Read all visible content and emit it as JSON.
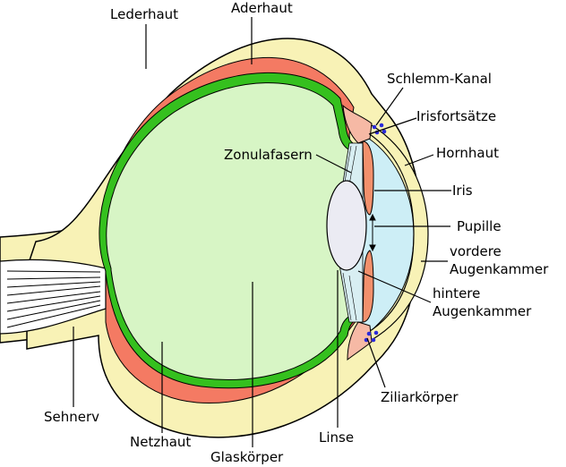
{
  "labels": {
    "lederhaut": "Lederhaut",
    "aderhaut": "Aderhaut",
    "schlemm_kanal": "Schlemm-Kanal",
    "irisfortsaetze": "Irisfortsätze",
    "hornhaut": "Hornhaut",
    "zonulafasern": "Zonulafasern",
    "iris": "Iris",
    "pupille": "Pupille",
    "vordere_augenkammer_1": "vordere",
    "vordere_augenkammer_2": "Augenkammer",
    "hintere_augenkammer_1": "hintere",
    "hintere_augenkammer_2": "Augenkammer",
    "ziliarkoerper": "Ziliarkörper",
    "sehnerv": "Sehnerv",
    "netzhaut": "Netzhaut",
    "glaskoerper": "Glaskörper",
    "linse": "Linse"
  },
  "colors": {
    "sclera": "#f8f2b6",
    "choroid": "#f47a63",
    "retina": "#35c01e",
    "vitreous": "#d7f5c5",
    "aqueous": "#cdeef6",
    "lens": "#ebebf3",
    "iris": "#f2906c",
    "ciliary": "#f6b9a5",
    "schlemm_dots": "#2b2bd9",
    "outline": "#000000"
  }
}
